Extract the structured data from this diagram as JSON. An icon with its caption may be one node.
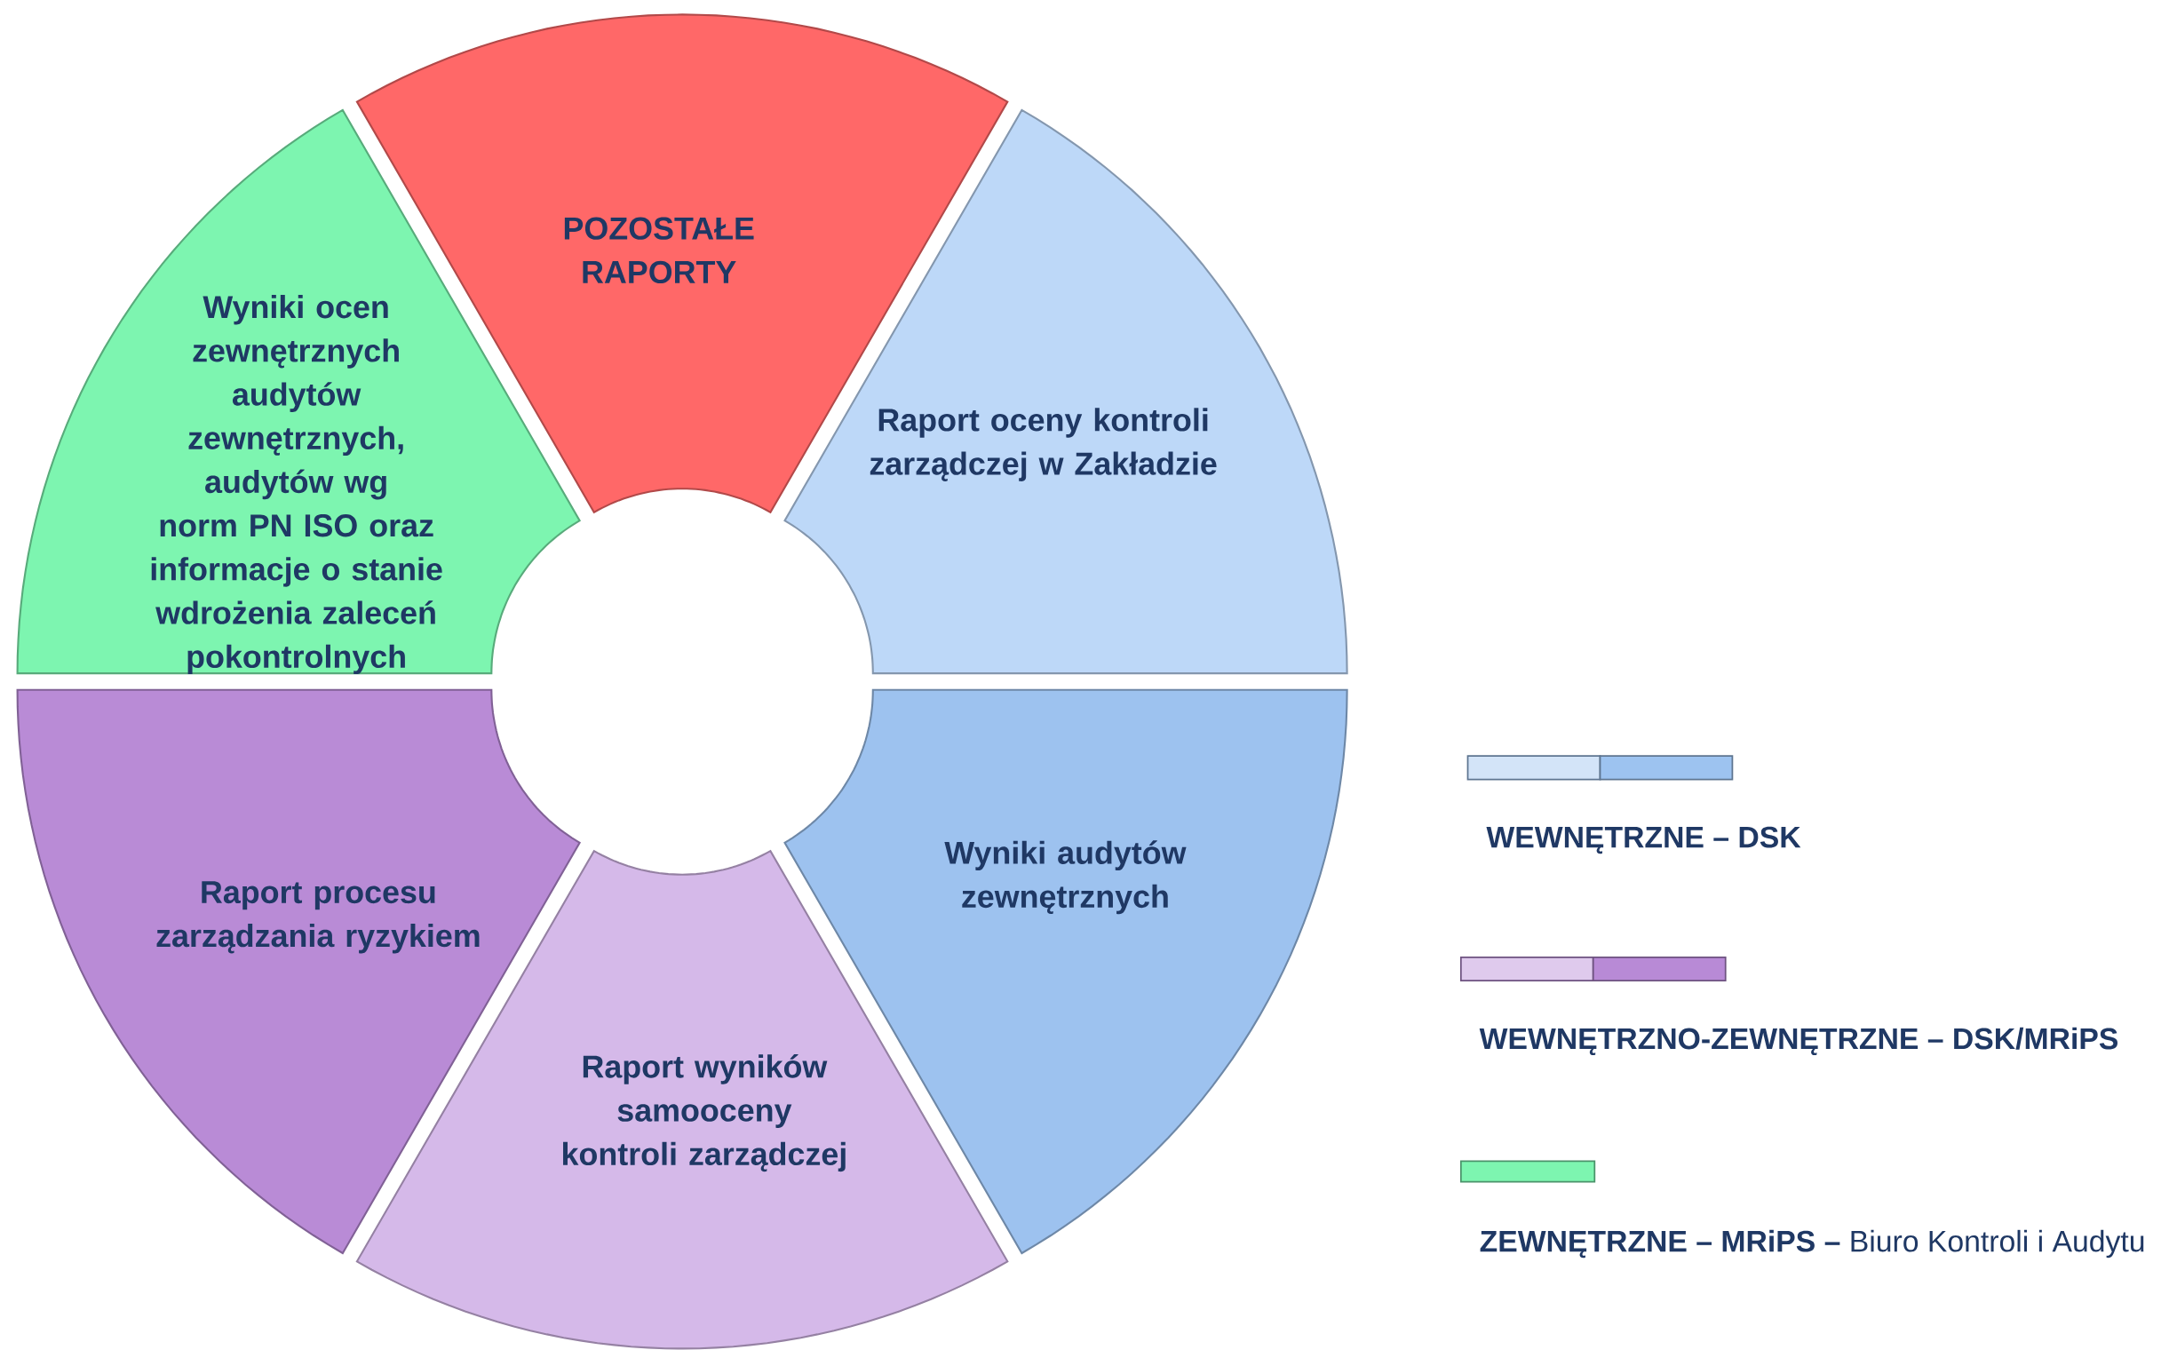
{
  "diagram": {
    "nodes": [
      {
        "text": [
          "POZOSTAŁE RAPORTY"
        ]
      },
      {
        "text": [
          "Raport oceny kontroli zarządczej w Zakładzie"
        ]
      },
      {
        "text": [
          "Wyniki audytów zewnętrznych"
        ]
      },
      {
        "text": [
          "Raport wyników samooceny kontroli zarządczej"
        ]
      },
      {
        "text": [
          "Raport procesu zarządzania ryzykiem"
        ]
      },
      {
        "text": [
          "Wyniki ocen zewnętrznych audytów zewnętrznych, audytów wg norm PN ISO oraz informacje o stanie wdrożenia zaleceń pokontrolnych"
        ]
      }
    ],
    "legend": [
      {
        "text": "WEWNĘTRZNE – DSK",
        "color": "#9dc3f0"
      },
      {
        "text": "WEWNĘTRZNO-ZEWNĘTRZNE – DSK/MRiPS",
        "color": "#b88ad6"
      },
      {
        "text": "**ZEWNĘTRZNE – MRiPS –** Biuro  Kontroli i Audytu",
        "color": "#7df5b0"
      }
    ]
  }
}
